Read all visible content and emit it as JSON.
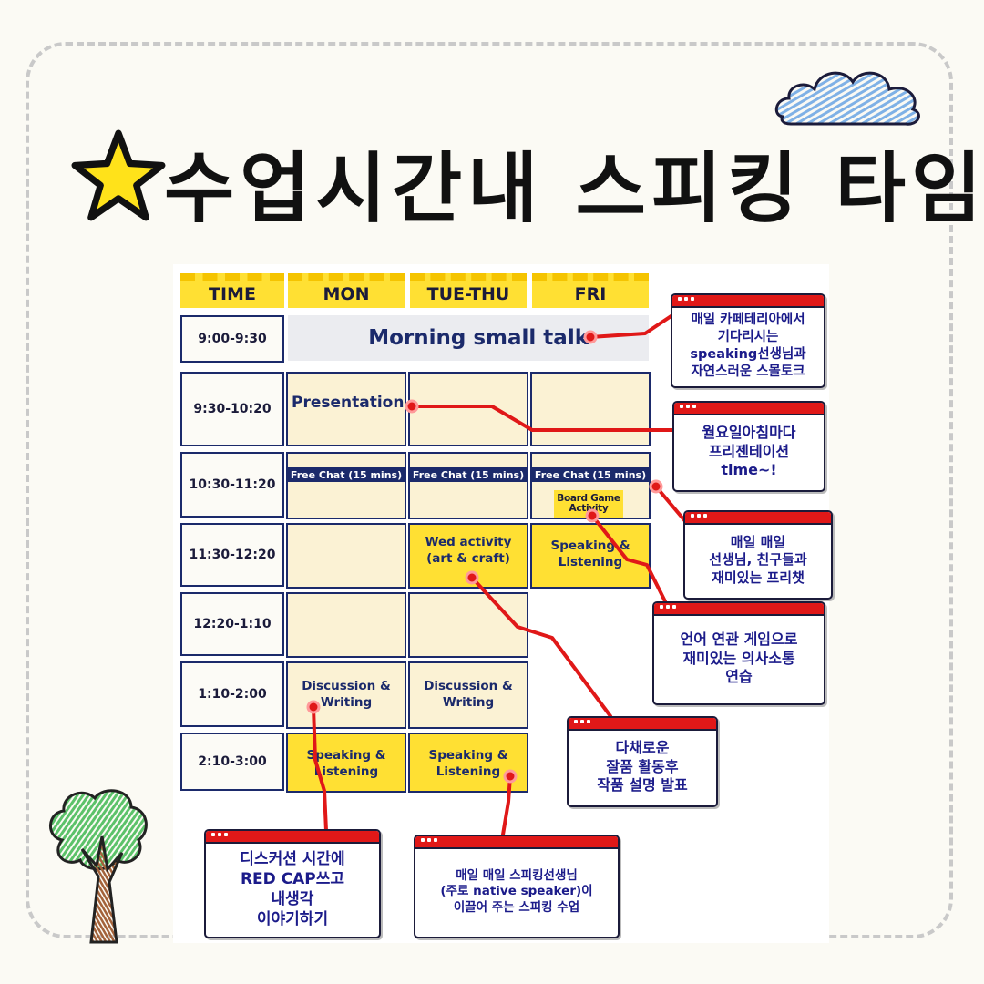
{
  "title": "수업시간내 스피킹 타임",
  "schedule": {
    "headers": [
      "TIME",
      "MON",
      "TUE-THU",
      "FRI"
    ],
    "times": [
      "9:00-9:30",
      "9:30-10:20",
      "10:30-11:20",
      "11:30-12:20",
      "12:20-1:10",
      "1:10-2:00",
      "2:10-3:00"
    ],
    "morning": "Morning small talk",
    "presentation": "Presentation",
    "free_chat": "Free Chat (15 mins)",
    "board_game_line1": "Board Game",
    "board_game_line2": "Activity",
    "wed_line1": "Wed activity",
    "wed_line2": "(art & craft)",
    "speaking_line1": "Speaking &",
    "speaking_line2": "Listening",
    "discussion_line1": "Discussion &",
    "discussion_line2": "Writing"
  },
  "notes": {
    "morning": "매일 카페테리아에서\n기다리시는\nspeaking선생님과\n자연스러운 스몰토크",
    "presentation": "월요일아침마다\n프리젠테이션\ntime~!",
    "freechat": "매일 매일\n선생님, 친구들과\n재미있는 프리챗",
    "boardgame": "언어 연관 게임으로\n재미있는 의사소통\n연습",
    "craft": "다채로운\n잘품 활동후\n작품 설명 발표",
    "discussion": "디스커션 시간에\nRED CAP쓰고\n내생각\n이야기하기",
    "speaking": "매일 매일 스피킹선생님\n(주로 native speaker)이\n이끌어 주는 스피킹 수업"
  },
  "colors": {
    "navy": "#1b2a6b",
    "yellow": "#ffe033",
    "cream": "#fbf2d4",
    "red": "#e01818"
  },
  "icons": [
    "star-icon",
    "cloud-icon",
    "tree-icon"
  ]
}
